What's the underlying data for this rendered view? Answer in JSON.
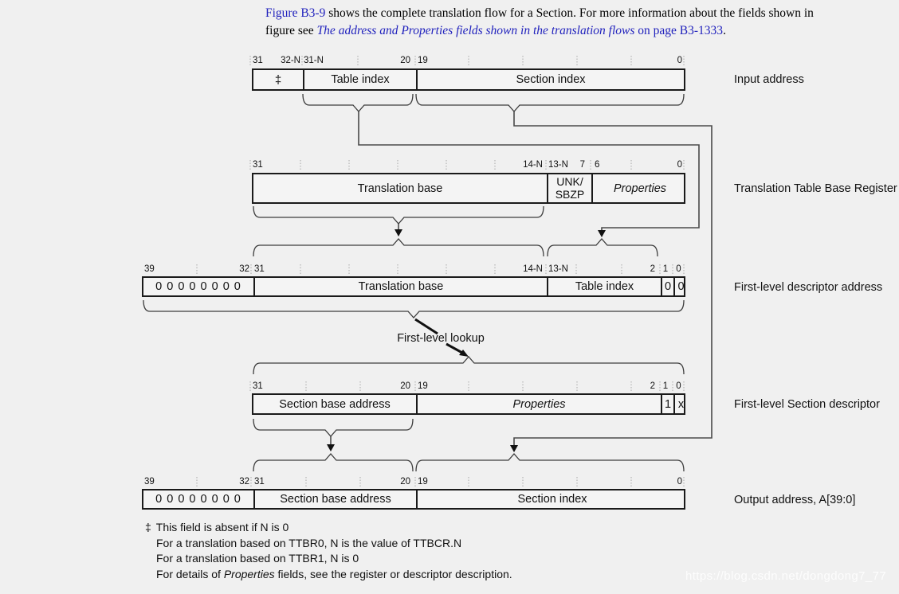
{
  "intro": {
    "line1": {
      "link": "Figure B3-9",
      "rest": " shows the complete translation flow for a Section. For more information about the fields shown in"
    },
    "line2": {
      "pre": "figure see ",
      "link_italic": "The address and Properties fields shown in the translation flows",
      "link_rest": " on page B3-1333",
      "end": "."
    }
  },
  "diagram": {
    "lookup_label": "First-level lookup",
    "registers": [
      {
        "label": "Input address",
        "bits": [
          "31",
          "32-N",
          "31-N",
          "20",
          "19",
          "0"
        ],
        "fields": [
          "‡",
          "Table index",
          "Section index"
        ]
      },
      {
        "label": "Translation Table Base Register",
        "bits": [
          "31",
          "14-N",
          "13-N",
          "7",
          "6",
          "0"
        ],
        "fields": [
          "Translation base",
          "UNK/",
          "SBZP",
          "Properties"
        ]
      },
      {
        "label": "First-level descriptor address",
        "bits": [
          "39",
          "32",
          "31",
          "14-N",
          "13-N",
          "2",
          "1",
          "0"
        ],
        "fields": [
          "0 0 0 0 0 0 0 0",
          "Translation base",
          "Table index",
          "0",
          "0"
        ]
      },
      {
        "label": "First-level Section descriptor",
        "bits": [
          "31",
          "20",
          "19",
          "2",
          "1",
          "0"
        ],
        "fields": [
          "Section base address",
          "Properties",
          "1",
          "x"
        ]
      },
      {
        "label": "Output address, A[39:0]",
        "bits": [
          "39",
          "32",
          "31",
          "20",
          "19",
          "0"
        ],
        "fields": [
          "0 0 0 0 0 0 0 0",
          "Section base address",
          "Section index"
        ]
      }
    ]
  },
  "footnotes": {
    "line1_marker": "‡",
    "line1": "This field is absent if N is 0",
    "line2": "For a translation based on TTBR0, N is the value of TTBCR.N",
    "line3": "For a translation based on TTBR1, N is 0",
    "line4_pre": "For details of ",
    "line4_italic": "Properties",
    "line4_post": " fields, see the register or descriptor description."
  },
  "watermark": "https://blog.csdn.net/dongdong7_77",
  "colors": {
    "link_blue": "#2122bd",
    "background": "#f0f0f0",
    "line": "#4a4a4a"
  }
}
